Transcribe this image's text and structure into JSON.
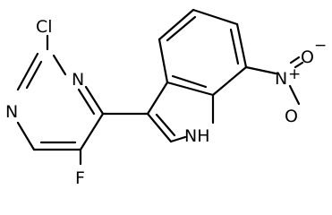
{
  "structure": {
    "atoms": {
      "chlorine": "Cl",
      "nitrogen_pyrimidine_right": "N",
      "nitrogen_pyrimidine_left": "N",
      "fluorine": "F",
      "nitro_nitrogen": "N",
      "nitro_oxygen_top": "O",
      "nitro_oxygen_bottom": "O",
      "indole_nh": "NH"
    },
    "charges": {
      "nitro_nitrogen_plus": "+",
      "nitro_oxygen_minus": "−"
    }
  }
}
